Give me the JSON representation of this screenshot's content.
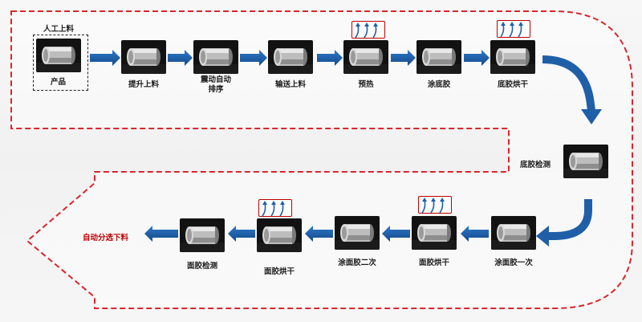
{
  "nodes": {
    "product": {
      "top_label": "人工上料",
      "bottom_label": "产品"
    },
    "lift": {
      "label": "提升上料"
    },
    "vibrate": {
      "label": "震动自动\n排序"
    },
    "conveyor": {
      "label": "输送上料"
    },
    "preheat": {
      "label": "预热"
    },
    "primer_coat": {
      "label": "涂底胶"
    },
    "primer_dry": {
      "label": "底胶烘干"
    },
    "primer_inspect": {
      "label": "底胶检测"
    },
    "topcoat_1": {
      "label": "涂面胶一次"
    },
    "topcoat_dry_1": {
      "label": "面胶烘干"
    },
    "topcoat_2": {
      "label": "涂面胶二次"
    },
    "topcoat_dry_2": {
      "label": "面胶烘干"
    },
    "topcoat_inspect": {
      "label": "面胶检测"
    },
    "auto_sort": {
      "label": "自动分选下料"
    }
  },
  "colors": {
    "flow_arrow": "#1f5fa8",
    "dashed_path": "#d9262c",
    "heat_icon": "#1f5fa8",
    "heat_box": "#c00000",
    "sort_label": "#c00000"
  },
  "icons": {
    "heat": "heat-up-arrows-icon",
    "flow": "right-arrow-icon"
  }
}
